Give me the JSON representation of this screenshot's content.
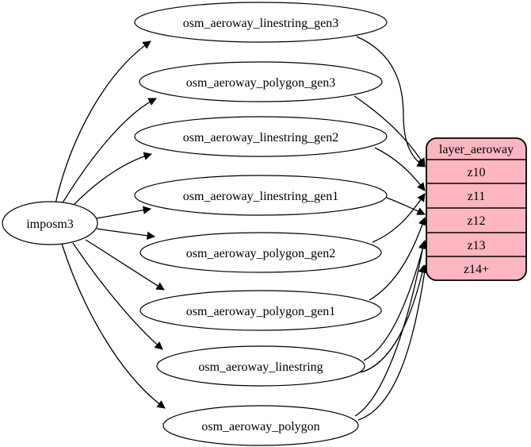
{
  "diagram": {
    "kind": "etl-graph",
    "background": "#ffffff",
    "source": {
      "label": "imposm3"
    },
    "tables": [
      {
        "label": "osm_aeroway_linestring_gen3"
      },
      {
        "label": "osm_aeroway_polygon_gen3"
      },
      {
        "label": "osm_aeroway_linestring_gen2"
      },
      {
        "label": "osm_aeroway_linestring_gen1"
      },
      {
        "label": "osm_aeroway_polygon_gen2"
      },
      {
        "label": "osm_aeroway_polygon_gen1"
      },
      {
        "label": "osm_aeroway_linestring"
      },
      {
        "label": "osm_aeroway_polygon"
      }
    ],
    "layer": {
      "title": "layer_aeroway",
      "rows": [
        "z10",
        "z11",
        "z12",
        "z13",
        "z14+"
      ],
      "fill": "#ffb6c1",
      "stroke": "#000000"
    },
    "colors": {
      "edge": "#000000",
      "table_fill": "#ffffff",
      "layer_fill": "#ffb6c1"
    },
    "edges": {
      "from_source": [
        "osm_aeroway_linestring_gen3",
        "osm_aeroway_polygon_gen3",
        "osm_aeroway_linestring_gen2",
        "osm_aeroway_linestring_gen1",
        "osm_aeroway_polygon_gen2",
        "osm_aeroway_polygon_gen1",
        "osm_aeroway_linestring",
        "osm_aeroway_polygon"
      ],
      "to_layer": [
        {
          "from": "osm_aeroway_linestring_gen3",
          "to": "z10"
        },
        {
          "from": "osm_aeroway_polygon_gen3",
          "to": "z10"
        },
        {
          "from": "osm_aeroway_linestring_gen2",
          "to": "z11"
        },
        {
          "from": "osm_aeroway_polygon_gen2",
          "to": "z11"
        },
        {
          "from": "osm_aeroway_linestring_gen1",
          "to": "z12"
        },
        {
          "from": "osm_aeroway_polygon_gen1",
          "to": "z12"
        },
        {
          "from": "osm_aeroway_linestring",
          "to": "z13"
        },
        {
          "from": "osm_aeroway_polygon",
          "to": "z13"
        },
        {
          "from": "osm_aeroway_linestring",
          "to": "z14+"
        },
        {
          "from": "osm_aeroway_polygon",
          "to": "z14+"
        }
      ]
    }
  }
}
